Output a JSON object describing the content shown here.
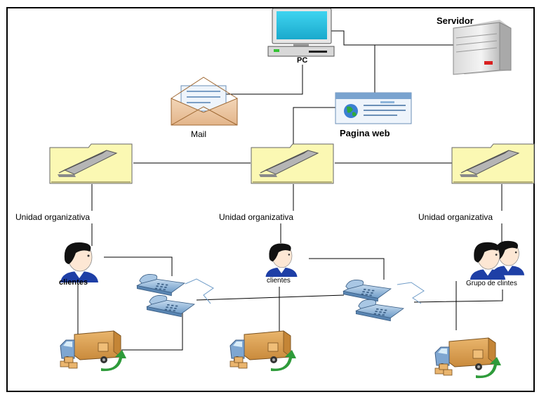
{
  "labels": {
    "server": "Servidor",
    "pc": "PC",
    "mail": "Mail",
    "web": "Pagina web",
    "unit_left": "Unidad organizativa",
    "unit_mid": "Unidad organizativa",
    "unit_right": "Unidad organizativa",
    "clients_left": "clientes",
    "clients_mid": "clientes",
    "clients_group": "Grupo de clintes"
  },
  "icons": {
    "server": "server-icon",
    "pc": "desktop-computer-icon",
    "mail": "envelope-icon",
    "web": "web-page-icon",
    "folder": "open-folder-icon",
    "person": "user-icon",
    "group": "user-group-icon",
    "phone": "telephone-icon",
    "truck": "delivery-truck-icon"
  },
  "colors": {
    "folder": "#fbf8b3",
    "truck_cargo": "#e0a45a",
    "truck_cab": "#7ea6d1",
    "arrow": "#2e9b3a",
    "phone": "#8fb5da",
    "monitor_screen": "#27c6e6",
    "server_light": "#d92020"
  }
}
